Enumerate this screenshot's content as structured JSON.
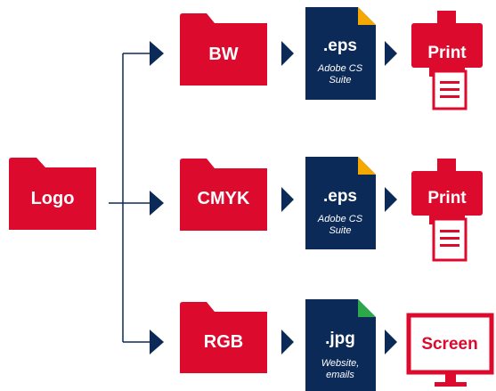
{
  "colors": {
    "red": "#dc0a2d",
    "navy": "#0c2a58",
    "corner_eps": "#f5a800",
    "corner_jpg": "#2ca84a",
    "white": "#ffffff"
  },
  "source": {
    "label": "Logo",
    "icon": "folder-icon"
  },
  "rows": [
    {
      "folder": {
        "label": "BW",
        "icon": "folder-icon"
      },
      "file": {
        "ext": ".eps",
        "desc": [
          "Adobe CS",
          "Suite"
        ],
        "icon": "document-icon",
        "corner": "corner_eps"
      },
      "output": {
        "label": "Print",
        "icon": "printer-icon"
      }
    },
    {
      "folder": {
        "label": "CMYK",
        "icon": "folder-icon"
      },
      "file": {
        "ext": ".eps",
        "desc": [
          "Adobe CS",
          "Suite"
        ],
        "icon": "document-icon",
        "corner": "corner_eps"
      },
      "output": {
        "label": "Print",
        "icon": "printer-icon"
      }
    },
    {
      "folder": {
        "label": "RGB",
        "icon": "folder-icon"
      },
      "file": {
        "ext": ".jpg",
        "desc": [
          "Website,",
          "emails"
        ],
        "icon": "document-icon",
        "corner": "corner_jpg"
      },
      "output": {
        "label": "Screen",
        "icon": "monitor-icon"
      }
    }
  ]
}
